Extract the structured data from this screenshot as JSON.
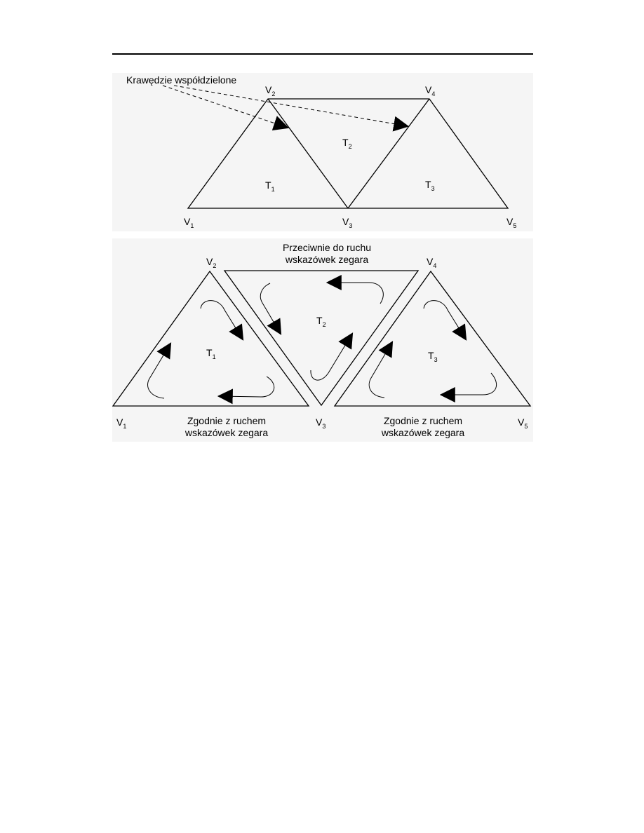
{
  "top_diagram": {
    "annotation": "Krawędzie współdzielone",
    "vertices": [
      {
        "main": "V",
        "sub": "1"
      },
      {
        "main": "V",
        "sub": "2"
      },
      {
        "main": "V",
        "sub": "3"
      },
      {
        "main": "V",
        "sub": "4"
      },
      {
        "main": "V",
        "sub": "5"
      }
    ],
    "triangles": [
      {
        "main": "T",
        "sub": "1"
      },
      {
        "main": "T",
        "sub": "2"
      },
      {
        "main": "T",
        "sub": "3"
      }
    ]
  },
  "bottom_diagram": {
    "vertices": [
      {
        "main": "V",
        "sub": "1"
      },
      {
        "main": "V",
        "sub": "2"
      },
      {
        "main": "V",
        "sub": "3"
      },
      {
        "main": "V",
        "sub": "4"
      },
      {
        "main": "V",
        "sub": "5"
      }
    ],
    "triangles": [
      {
        "main": "T",
        "sub": "1"
      },
      {
        "main": "T",
        "sub": "2"
      },
      {
        "main": "T",
        "sub": "3"
      }
    ],
    "captions": {
      "counterclockwise_line1": "Przeciwnie do ruchu",
      "counterclockwise_line2": "wskazówek zegara",
      "clockwise_left_line1": "Zgodnie z ruchem",
      "clockwise_left_line2": "wskazówek zegara",
      "clockwise_right_line1": "Zgodnie z ruchem",
      "clockwise_right_line2": "wskazówek zegara"
    }
  }
}
